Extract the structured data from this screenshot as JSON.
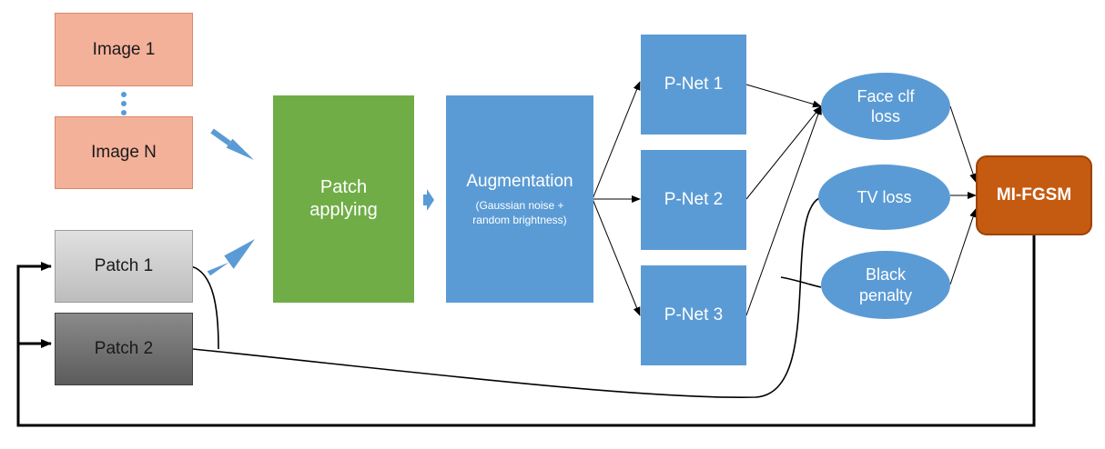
{
  "inputs": {
    "image_first": "Image 1",
    "image_last": "Image N",
    "patch_1": "Patch 1",
    "patch_2": "Patch 2"
  },
  "process": {
    "patch_applying_line1": "Patch",
    "patch_applying_line2": "applying",
    "augmentation_title": "Augmentation",
    "augmentation_detail_line1": "(Gaussian noise +",
    "augmentation_detail_line2": "random  brightness)"
  },
  "networks": [
    "P-Net 1",
    "P-Net 2",
    "P-Net 3"
  ],
  "losses": {
    "face_clf_line1": "Face clf",
    "face_clf_line2": "loss",
    "tv": "TV loss",
    "black_line1": "Black",
    "black_line2": "penalty"
  },
  "optimizer": "MI-FGSM",
  "colors": {
    "image": "#f4b19a",
    "patch_1": "#c8c8c8",
    "patch_2": "#6f6f6f",
    "patch_applying": "#70ad47",
    "blue_blocks": "#5b9bd5",
    "optimizer": "#c55a11"
  }
}
